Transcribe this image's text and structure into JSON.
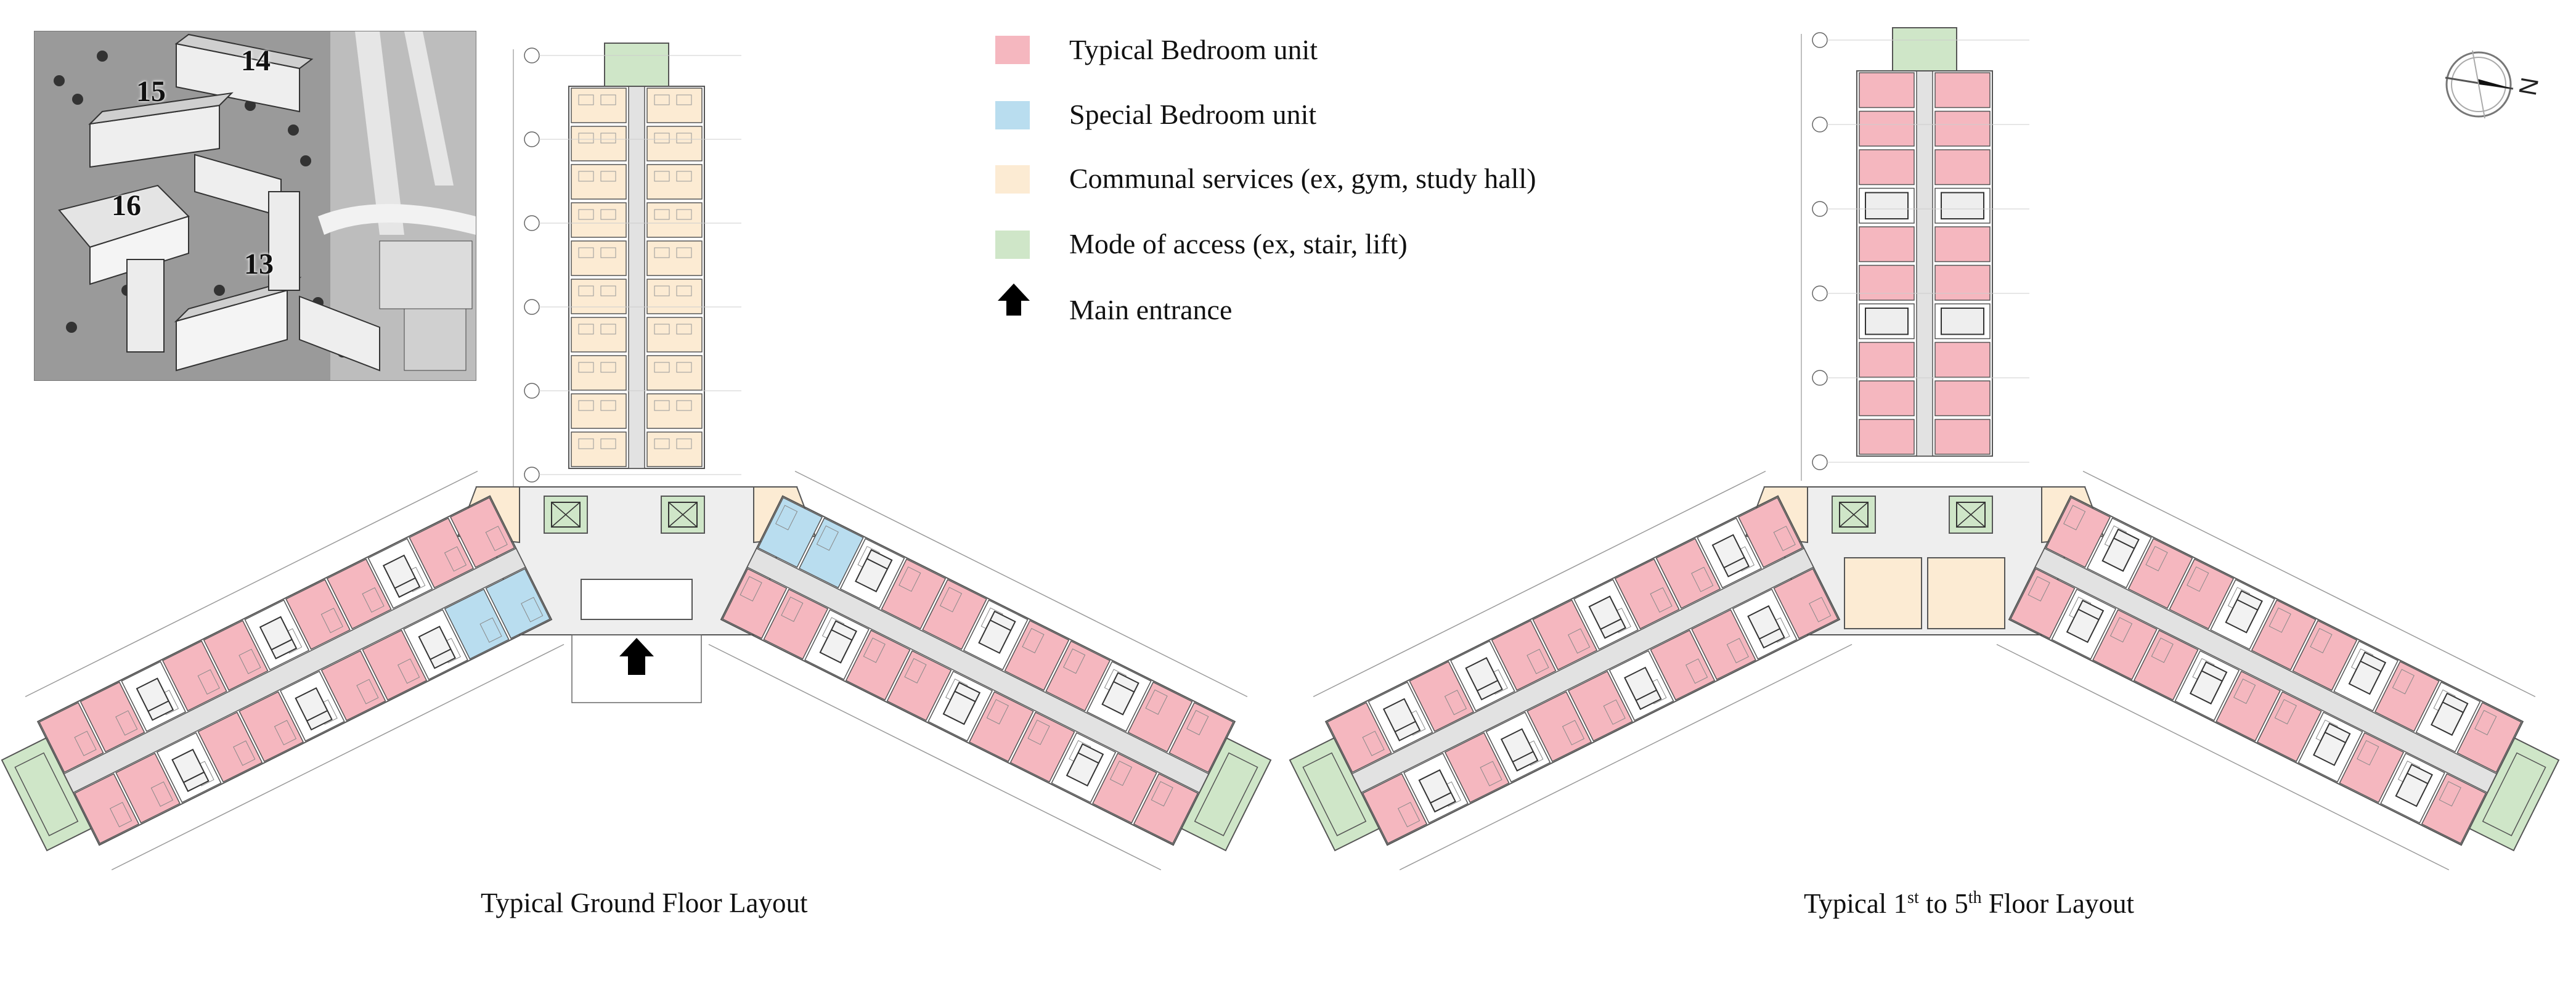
{
  "legend": {
    "items": [
      {
        "label": "Typical Bedroom unit",
        "color": "#f5b7bf"
      },
      {
        "label": "Special Bedroom unit",
        "color": "#b9ddef"
      },
      {
        "label": "Communal services (ex, gym, study hall)",
        "color": "#fcebd3"
      },
      {
        "label": "Mode of access (ex, stair, lift)",
        "color": "#cfe6c8"
      },
      {
        "label": "Main entrance",
        "icon": "up-arrow-icon"
      }
    ]
  },
  "aerial_photo": {
    "building_labels": [
      "14",
      "15",
      "16",
      "13"
    ]
  },
  "compass": {
    "label": "N"
  },
  "plans": {
    "ground": {
      "caption": "Typical Ground Floor Layout"
    },
    "upper": {
      "caption_prefix": "Typical 1",
      "caption_sup1": "st",
      "caption_mid": " to 5",
      "caption_sup2": "th",
      "caption_suffix": " Floor Layout"
    }
  },
  "colors": {
    "bedroom": "#f5b7bf",
    "special": "#b9ddef",
    "communal": "#fcebd3",
    "access": "#cfe6c8",
    "line": "#555555",
    "corridor": "#e2e2e2"
  }
}
